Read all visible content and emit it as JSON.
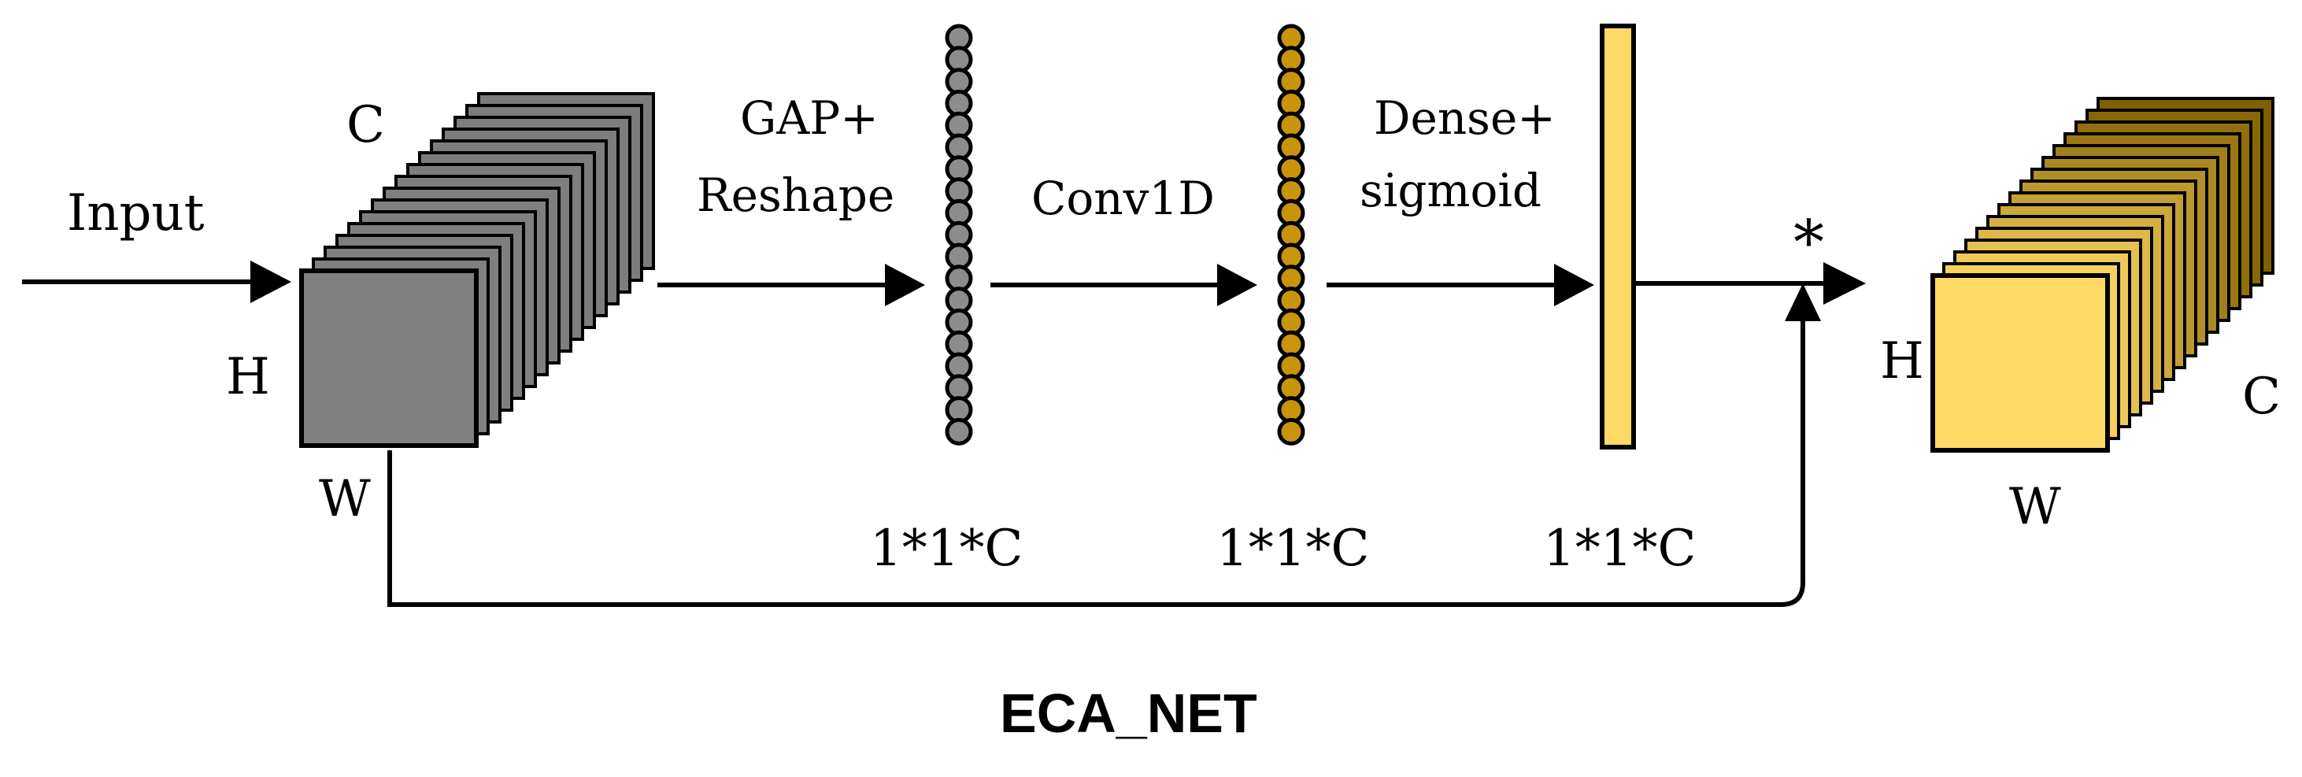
{
  "diagram": {
    "title": "ECA_NET",
    "input_label": "Input",
    "input_tensor": {
      "channel_label": "C",
      "height_label": "H",
      "width_label": "W"
    },
    "steps": [
      {
        "op_label_line1": "GAP+",
        "op_label_line2": "Reshape",
        "output_shape": "1*1*C"
      },
      {
        "op_label": "Conv1D",
        "output_shape": "1*1*C"
      },
      {
        "op_label_line1": "Dense+",
        "op_label_line2": "sigmoid",
        "output_shape": "1*1*C"
      }
    ],
    "multiply_symbol": "*",
    "output_tensor": {
      "channel_label": "C",
      "height_label": "H",
      "width_label": "W"
    },
    "colors": {
      "input_front_face": "#808080",
      "input_slices": "#7c7c7c",
      "gap_circles": "#8c8c8c",
      "conv_circles": "#c8940a",
      "attention_bar": "#ffd966",
      "output_front_face": "#ffd966",
      "output_back_slice": "#7f5f00",
      "stroke": "#000000"
    }
  }
}
